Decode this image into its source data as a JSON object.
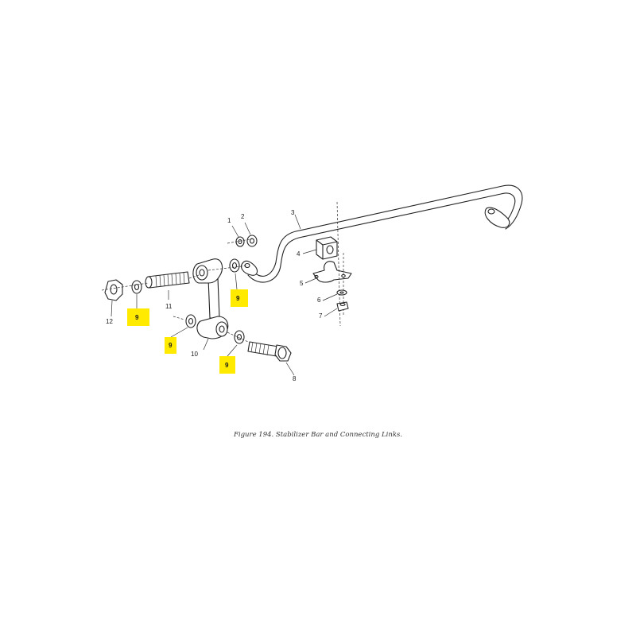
{
  "caption": "Figure 194.  Stabilizer Bar and Connecting Links.",
  "highlight_color": "#ffea00",
  "callouts": {
    "c1": "1",
    "c2": "2",
    "c3": "3",
    "c4": "4",
    "c5": "5",
    "c6": "6",
    "c7": "7",
    "c8": "8",
    "c10": "10",
    "c11": "11",
    "c12": "12"
  },
  "highlighted_callouts": {
    "h1": "9",
    "h2": "9",
    "h3": "9",
    "h4": "9"
  }
}
